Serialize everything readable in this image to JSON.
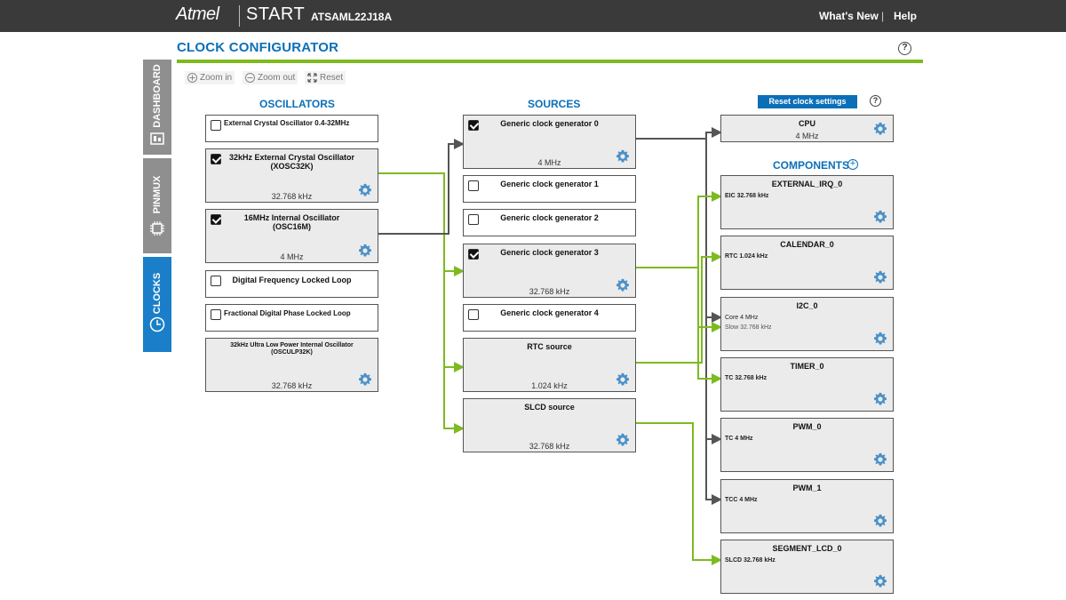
{
  "topbar": {
    "brand": "Atmel",
    "product": "START",
    "device": "ATSAML22J18A",
    "whats_new": "What's New",
    "separator": "|",
    "help": "Help"
  },
  "page": {
    "title": "CLOCK CONFIGURATOR",
    "help_icon": "?"
  },
  "sidetabs": [
    {
      "label": "DASHBOARD",
      "icon": "dashboard-icon"
    },
    {
      "label": "PINMUX",
      "icon": "chip-icon"
    },
    {
      "label": "CLOCKS",
      "icon": "clock-icon"
    }
  ],
  "toolbar": {
    "zoom_in": "Zoom in",
    "zoom_out": "Zoom out",
    "reset": "Reset"
  },
  "columns": {
    "oscillators": "OSCILLATORS",
    "sources": "SOURCES",
    "components": "COMPONENTS"
  },
  "reset_clock_settings": "Reset clock settings",
  "oscillators": [
    {
      "title": "External Crystal Oscillator 0.4-32MHz",
      "checked": false,
      "value": ""
    },
    {
      "title": "32kHz External Crystal Oscillator\n(XOSC32K)",
      "checked": true,
      "value": "32.768 kHz"
    },
    {
      "title": "16MHz Internal Oscillator\n(OSC16M)",
      "checked": true,
      "value": "4 MHz"
    },
    {
      "title": "Digital Frequency Locked Loop",
      "checked": false,
      "value": ""
    },
    {
      "title": "Fractional Digital Phase Locked Loop",
      "checked": false,
      "value": ""
    },
    {
      "title": "32kHz Ultra Low Power Internal Oscillator\n(OSCULP32K)",
      "checked": true,
      "value": "32.768 kHz"
    }
  ],
  "sources": [
    {
      "title": "Generic clock generator 0",
      "checked": true,
      "value": "4 MHz"
    },
    {
      "title": "Generic clock generator 1",
      "checked": false,
      "value": ""
    },
    {
      "title": "Generic clock generator 2",
      "checked": false,
      "value": ""
    },
    {
      "title": "Generic clock generator 3",
      "checked": true,
      "value": "32.768 kHz"
    },
    {
      "title": "Generic clock generator 4",
      "checked": false,
      "value": ""
    },
    {
      "title": "RTC source",
      "value": "1.024 kHz"
    },
    {
      "title": "SLCD source",
      "value": "32.768 kHz"
    }
  ],
  "cpu": {
    "title": "CPU",
    "value": "4 MHz"
  },
  "components": [
    {
      "title": "EXTERNAL_IRQ_0",
      "inputs": [
        "EIC 32.768 kHz"
      ]
    },
    {
      "title": "CALENDAR_0",
      "inputs": [
        "RTC 1.024 kHz"
      ]
    },
    {
      "title": "I2C_0",
      "inputs": [
        "Core 4 MHz",
        "Slow 32.768 kHz"
      ]
    },
    {
      "title": "TIMER_0",
      "inputs": [
        "TC 32.768 kHz"
      ]
    },
    {
      "title": "PWM_0",
      "inputs": [
        "TC 4 MHz"
      ]
    },
    {
      "title": "PWM_1",
      "inputs": [
        "TCC 4 MHz"
      ]
    },
    {
      "title": "SEGMENT_LCD_0",
      "inputs": [
        "SLCD 32.768 kHz"
      ]
    }
  ],
  "colors": {
    "accent": "#0b6fb8",
    "wire_green": "#7dba1f",
    "wire_gray": "#555555",
    "topbar": "#3a3a3a",
    "gear": "#4a90c8"
  }
}
